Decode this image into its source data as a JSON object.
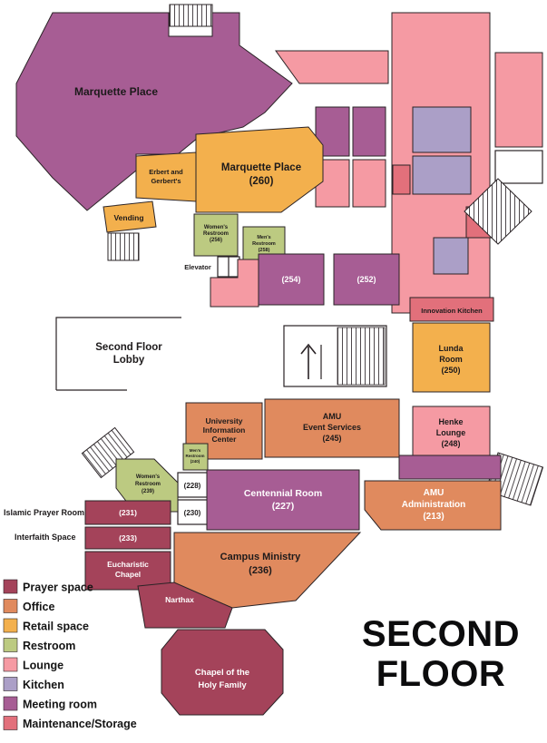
{
  "title": {
    "line1": "SECOND",
    "line2": "FLOOR"
  },
  "palette": {
    "prayer": "#a4435a",
    "office": "#e08a5e",
    "retail": "#f3b04d",
    "restroom": "#bcca81",
    "lounge": "#f59aa3",
    "kitchen": "#ab9fc7",
    "meeting": "#a75d94",
    "maintenance": "#e2707b",
    "white": "#ffffff"
  },
  "legend": {
    "items": [
      {
        "label": "Prayer space",
        "color": "#a4435a"
      },
      {
        "label": "Office",
        "color": "#e08a5e"
      },
      {
        "label": "Retail space",
        "color": "#f3b04d"
      },
      {
        "label": "Restroom",
        "color": "#bcca81"
      },
      {
        "label": "Lounge",
        "color": "#f59aa3"
      },
      {
        "label": "Kitchen",
        "color": "#ab9fc7"
      },
      {
        "label": "Meeting room",
        "color": "#a75d94"
      },
      {
        "label": "Maintenance/Storage",
        "color": "#e2707b"
      }
    ]
  },
  "rooms": {
    "marquette_place": {
      "label": "Marquette Place"
    },
    "marquette_place_260": {
      "name": "Marquette Place",
      "number": "(260)"
    },
    "erbert_gerberts": {
      "line1": "Erbert and",
      "line2": "Gerbert's"
    },
    "vending": {
      "label": "Vending"
    },
    "womens_restroom_256": {
      "line1": "Women's",
      "line2": "Restroom",
      "number": "(256)"
    },
    "mens_restroom_258": {
      "line1": "Men's",
      "line2": "Restroom",
      "number": "(258)"
    },
    "elevator": {
      "label": "Elevator"
    },
    "room_254": {
      "number": "(254)"
    },
    "room_252": {
      "number": "(252)"
    },
    "innovation_kitchen": {
      "label": "Innovation Kitchen"
    },
    "lunda_room": {
      "line1": "Lunda",
      "line2": "Room",
      "number": "(250)"
    },
    "henke_lounge": {
      "line1": "Henke",
      "line2": "Lounge",
      "number": "(248)"
    },
    "lobby": {
      "line1": "Second Floor",
      "line2": "Lobby"
    },
    "university_information_center": {
      "line1": "University",
      "line2": "Information",
      "line3": "Center"
    },
    "amu_event_services": {
      "line1": "AMU",
      "line2": "Event Services",
      "number": "(245)"
    },
    "mens_restroom_240": {
      "line1": "Men's",
      "line2": "Restroom",
      "number": "(240)"
    },
    "room_228": {
      "number": "(228)"
    },
    "room_230": {
      "number": "(230)"
    },
    "centennial_room": {
      "name": "Centennial Room",
      "number": "(227)"
    },
    "amu_administration": {
      "line1": "AMU",
      "line2": "Administration",
      "number": "(213)"
    },
    "womens_restroom_239": {
      "line1": "Women's",
      "line2": "Restroom",
      "number": "(239)"
    },
    "islamic_prayer_room": {
      "label": "Islamic Prayer Room",
      "number": "(231)"
    },
    "interfaith_space": {
      "label": "Interfaith Space",
      "number": "(233)"
    },
    "eucharistic_chapel": {
      "line1": "Eucharistic",
      "line2": "Chapel"
    },
    "campus_ministry": {
      "name": "Campus Ministry",
      "number": "(236)"
    },
    "narthax": {
      "label": "Narthax"
    },
    "chapel_holy_family": {
      "line1": "Chapel of the",
      "line2": "Holy Family"
    }
  }
}
